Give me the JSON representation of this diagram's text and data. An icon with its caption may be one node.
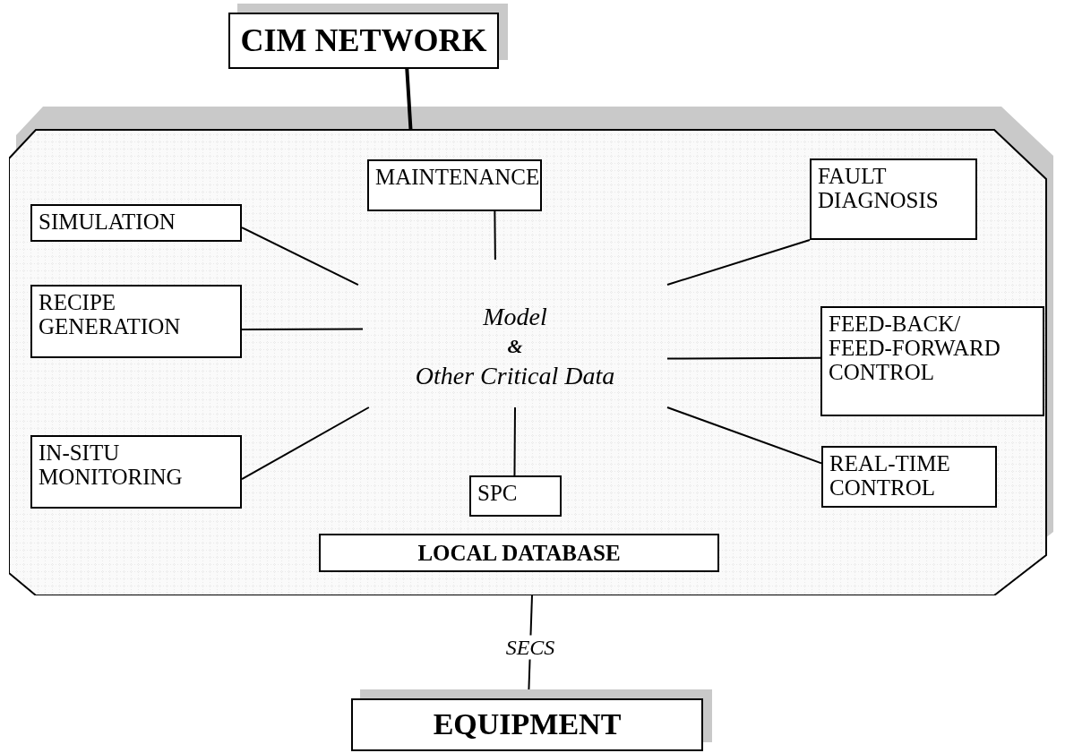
{
  "diagram": {
    "nodes": [
      {
        "text": [
          "CIM NETWORK"
        ]
      },
      {
        "text": [],
        "shape": "octagon"
      },
      {
        "text": [
          "SIMULATION"
        ],
        "in": 1
      },
      {
        "text": [
          "MAINTENANCE"
        ],
        "in": 1
      },
      {
        "text": [
          "FAULT DIAGNOSIS"
        ],
        "in": 1
      },
      {
        "text": [
          "Model",
          "&",
          "Other Critical Data"
        ],
        "in": 1
      },
      {
        "text": [
          "RECIPE GENERATION"
        ],
        "in": 1
      },
      {
        "text": [
          "FEED-BACK/ FEED-FORWARD CONTROL"
        ],
        "in": 1
      },
      {
        "text": [
          "IN-SITU MONITORING"
        ],
        "in": 1
      },
      {
        "text": [
          "SPC"
        ],
        "in": 1
      },
      {
        "text": [
          "REAL-TIME CONTROL"
        ],
        "in": 1
      },
      {
        "text": [
          "LOCAL DATABASE"
        ],
        "in": 1
      },
      {
        "text": [
          "EQUIPMENT"
        ]
      }
    ],
    "edges": [
      {
        "from": 0,
        "to": 1,
        "arrow": "none",
        "style": "thick"
      },
      {
        "from": 2,
        "to": 5,
        "arrow": "none"
      },
      {
        "from": 3,
        "to": 5,
        "arrow": "none"
      },
      {
        "from": 4,
        "to": 5,
        "arrow": "none"
      },
      {
        "from": 6,
        "to": 5,
        "arrow": "none"
      },
      {
        "from": 7,
        "to": 5,
        "arrow": "none"
      },
      {
        "from": 8,
        "to": 5,
        "arrow": "none"
      },
      {
        "from": 9,
        "to": 5,
        "arrow": "none"
      },
      {
        "from": 10,
        "to": 5,
        "arrow": "none"
      },
      {
        "from": 1,
        "to": 12,
        "arrow": "none",
        "label": "SECS"
      }
    ]
  }
}
